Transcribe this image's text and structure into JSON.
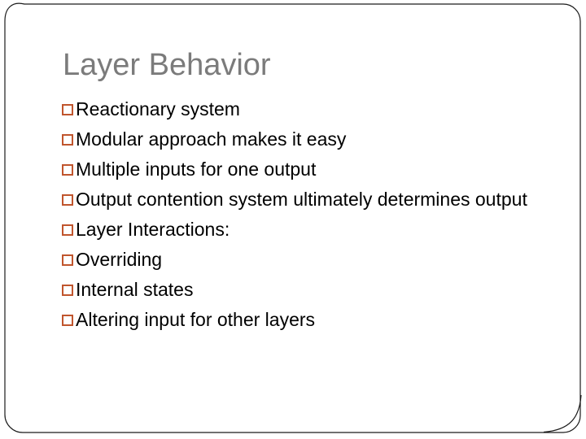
{
  "slide": {
    "title": "Layer Behavior",
    "bullets": [
      "Reactionary system",
      "Modular approach makes it easy",
      "Multiple inputs for one output",
      "Output contention system ultimately determines output",
      "Layer Interactions:",
      "Overriding",
      "Internal states",
      "Altering input for other layers"
    ]
  },
  "colors": {
    "background": "#ffffff",
    "title": "#7b7b7b",
    "body": "#000000",
    "bullet": "#c0552d",
    "border": "#1a1a1a"
  }
}
